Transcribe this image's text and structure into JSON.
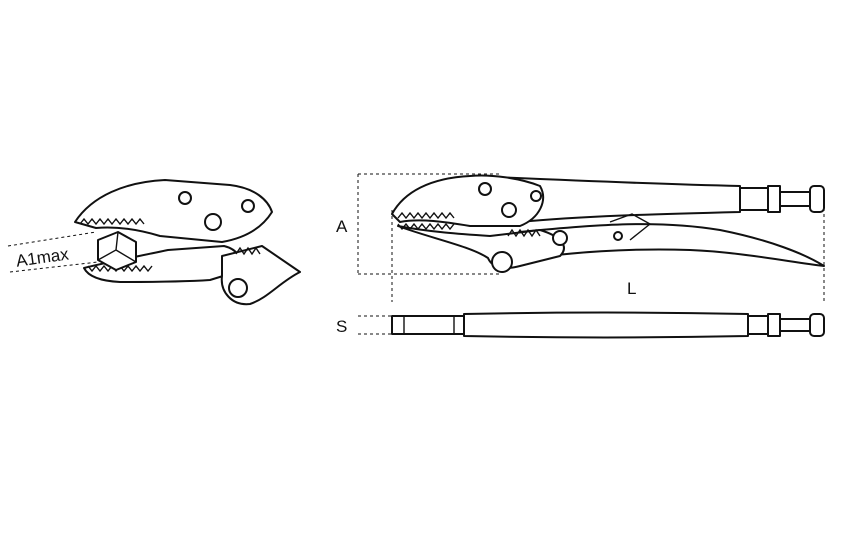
{
  "labels": {
    "a1max": "A1max",
    "a": "A",
    "l": "L",
    "s": "S"
  },
  "colors": {
    "line": "#111111",
    "background": "#ffffff"
  }
}
